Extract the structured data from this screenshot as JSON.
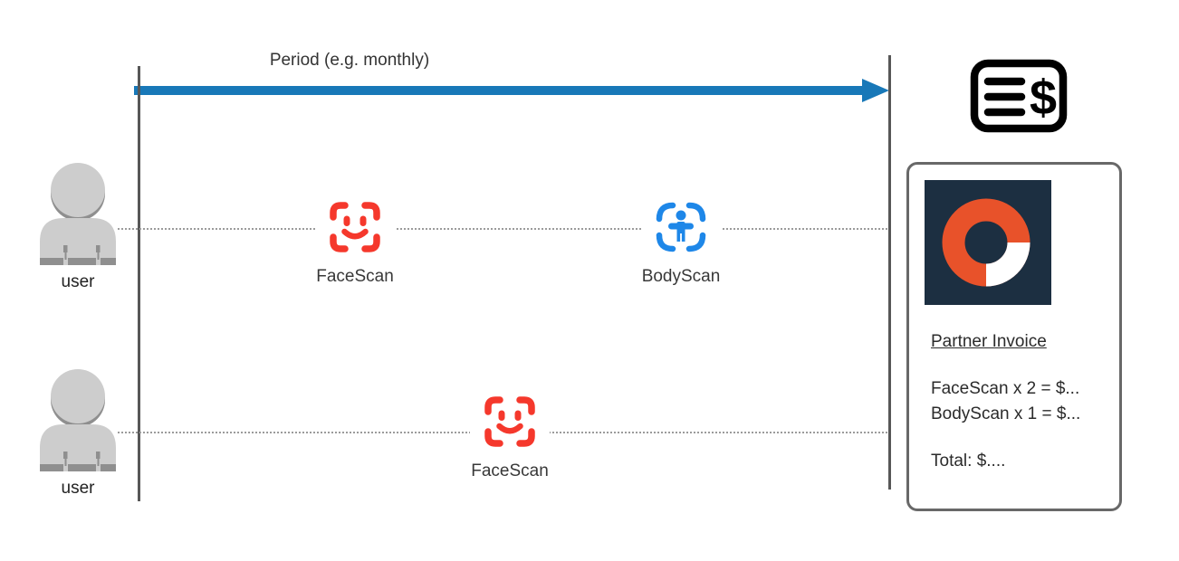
{
  "diagram": {
    "period_label": "Period (e.g. monthly)",
    "lanes": [
      {
        "actor_label": "user",
        "events": [
          {
            "label": "FaceScan"
          },
          {
            "label": "BodyScan"
          }
        ]
      },
      {
        "actor_label": "user",
        "events": [
          {
            "label": "FaceScan"
          }
        ]
      }
    ]
  },
  "invoice_panel": {
    "title": "Partner Invoice",
    "line_items": [
      "FaceScan x 2 = $...",
      "BodyScan x 1 = $..."
    ],
    "total_line": "Total: $...."
  },
  "icons": {
    "invoice_icon": "invoice-dollar-icon",
    "face_scan_icon": "face-scan-icon",
    "body_scan_icon": "body-scan-icon",
    "user_icon": "user-icon",
    "partner_logo": "donut-ring-logo"
  },
  "colors": {
    "arrow_blue": "#1878b8",
    "timeline_gray": "#575757",
    "face_scan_red": "#f5382c",
    "body_scan_blue": "#1e87e8",
    "logo_navy": "#1c2f41",
    "logo_orange": "#e8522a",
    "user_gray": "#cdcdcd",
    "user_accent_gray": "#8f8f8f"
  }
}
